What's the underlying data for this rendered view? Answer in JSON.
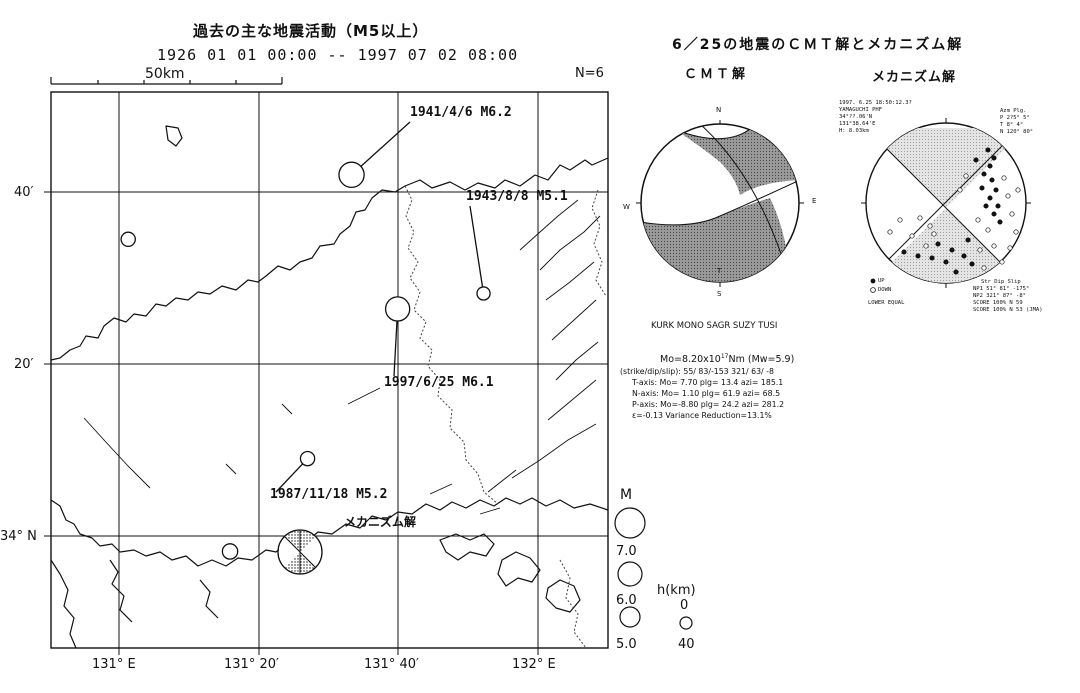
{
  "map": {
    "title": "過去の主な地震活動（M5以上）",
    "period": "1926 01 01 00:00 -- 1997 07 02 08:00",
    "scale_label": "50km",
    "count_label": "N=6",
    "lat_labels": [
      "40′",
      "20′",
      "34° N"
    ],
    "lon_labels": [
      "131° E",
      "131° 20′",
      "131° 40′",
      "132° E"
    ],
    "events": [
      {
        "label": "1941/4/6 M6.2",
        "lon": 131.555,
        "lat": 34.7,
        "mag": 6.2
      },
      {
        "label": "1943/8/8 M5.1",
        "lon": 131.87,
        "lat": 34.47,
        "mag": 5.1
      },
      {
        "label": "1997/6/25 M6.1",
        "lon": 131.665,
        "lat": 34.44,
        "mag": 6.1
      },
      {
        "label": "1987/11/18 M5.2",
        "lon": 131.45,
        "lat": 34.15,
        "mag": 5.2
      },
      {
        "label": "",
        "lon": 131.022,
        "lat": 34.575,
        "mag": 5.2
      },
      {
        "label": "",
        "lon": 131.265,
        "lat": 33.97,
        "mag": 5.3
      }
    ],
    "mechanism_label": "メカニズム解"
  },
  "legend": {
    "magnitude_title": "M",
    "magnitudes": [
      "7.0",
      "6.0",
      "5.0"
    ],
    "depth_title": "h(km)",
    "depths": [
      "0",
      "40"
    ]
  },
  "right_panel": {
    "title": "6／25の地震のＣＭＴ解とメカニズム解",
    "cmt_title": "ＣＭＴ解",
    "mechanism_title": "メカニズム解",
    "cmt_directions": {
      "n": "N",
      "e": "E",
      "s": "S",
      "w": "W",
      "t": "T"
    },
    "stations": "KURK MONO SAGR SUZY TUSI",
    "params": {
      "moment": "Mo=8.20x10",
      "moment_exp": "17",
      "moment_rest": "Nm (Mw=5.9)",
      "strike_dip_slip": "(strike/dip/slip):   55/ 83/-153    321/ 63/ -8",
      "t_axis": "T-axis:  Mo= 7.70  plg= 13.4  azi= 185.1",
      "n_axis": "N-axis:  Mo= 1.10  plg= 61.9  azi= 68.5",
      "p_axis": "P-axis:  Mo=-8.80  plg= 24.2  azi= 281.2",
      "epsilon": "ε=-0.13   Variance Reduction=13.1%"
    },
    "mechanism_header": {
      "line1": "1997. 6.25  18:50:12.3?",
      "line2": "YAMAGUCHI PHF",
      "line3": "34°??.06'N",
      "line4": "131°38.64'E",
      "line5": "H:  8.03km"
    },
    "mechanism_axes": {
      "header": "Azm Plg.",
      "p": "P   2?5°  5°",
      "t": "T    8°  4°",
      "n": "N   120° 80°"
    },
    "mechanism_legend": {
      "up": "UP",
      "down": "DOWN",
      "projection": "LOWER EQUAL"
    },
    "mechanism_solution": {
      "header": "Str Dip Slip",
      "np1": "NP1  51°  81° -175°",
      "np2": "NP2  321°  87°  -8°",
      "score1": "SCORE 100%    N  59",
      "score2": "SCORE 100%    N  53 (JMA)"
    }
  }
}
